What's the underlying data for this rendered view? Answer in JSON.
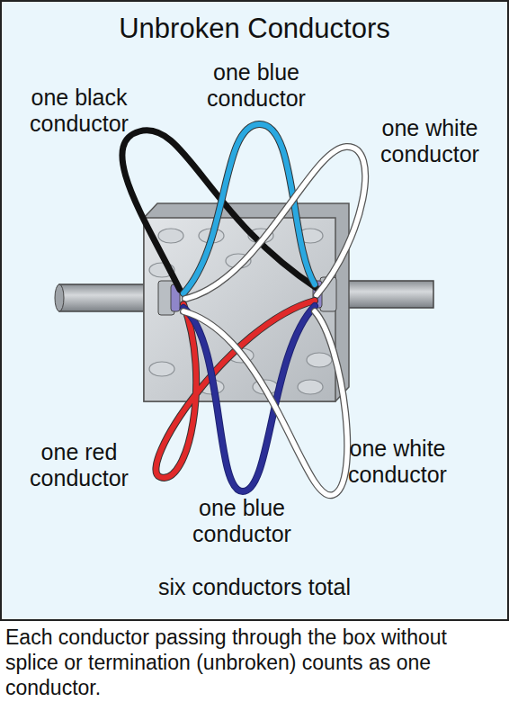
{
  "diagram": {
    "title": "Unbroken Conductors",
    "caption": "Each conductor passing through the box without splice or termination (unbroken) counts as one conductor.",
    "labels": [
      "one black conductor",
      "one blue conductor",
      "one white conductor",
      "one red conductor",
      "one blue conductor",
      "one white conductor",
      "six conductors total"
    ]
  }
}
